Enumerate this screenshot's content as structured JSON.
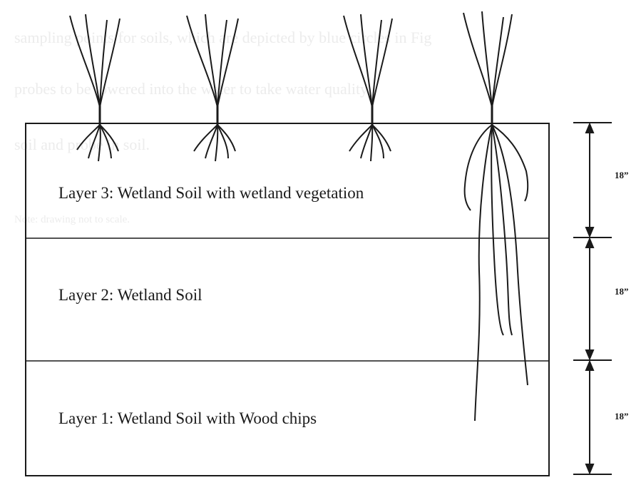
{
  "layers": [
    {
      "label": "Layer 3: Wetland Soil with wetland vegetation",
      "thickness": "18”"
    },
    {
      "label": "Layer 2: Wetland Soil",
      "thickness": "18”"
    },
    {
      "label": "Layer 1: Wetland Soil with Wood chips",
      "thickness": "18”"
    }
  ],
  "background_text": [
    "sampling points for soils, which are depicted by blue circles in Fig",
    "probes to be lowered into the water to take water quality",
    "soil and probe in soil.",
    "Note: drawing not to scale."
  ],
  "colors": {
    "ink": "#1a1a1a",
    "ghost": "#ececec",
    "paper": "#ffffff"
  }
}
